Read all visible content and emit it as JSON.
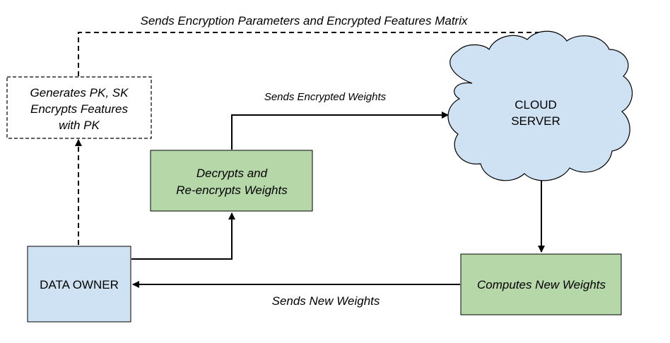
{
  "nodes": {
    "keygen": {
      "lines": [
        "Generates PK, SK",
        "Encrypts Features",
        "with PK"
      ],
      "fill": "#ffffff",
      "stroke": "#000000",
      "style": "dashed"
    },
    "decrypt": {
      "lines": [
        "Decrypts and",
        "Re-encrypts Weights"
      ],
      "fill": "#b6d7a8",
      "stroke": "#000000"
    },
    "cloud": {
      "lines": [
        "CLOUD",
        "SERVER"
      ],
      "fill": "#cfe2f3",
      "stroke": "#000000"
    },
    "owner": {
      "lines": [
        "DATA OWNER"
      ],
      "fill": "#cfe2f3",
      "stroke": "#000000"
    },
    "compute": {
      "lines": [
        "Computes New Weights"
      ],
      "fill": "#b6d7a8",
      "stroke": "#000000"
    }
  },
  "edges": {
    "params": {
      "label": "Sends Encryption Parameters and Encrypted Features Matrix",
      "style": "dashed"
    },
    "weights_enc": {
      "label": "Sends Encrypted Weights",
      "style": "solid"
    },
    "weights_new": {
      "label": "Sends New Weights",
      "style": "solid"
    }
  }
}
